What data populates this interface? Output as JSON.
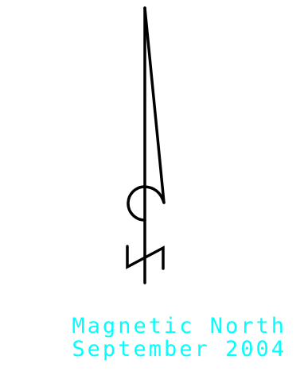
{
  "symbol": {
    "name": "north-arrow",
    "stroke_color": "#000000"
  },
  "caption": {
    "line1": "Magnetic North",
    "line2": "September 2004",
    "color": "#00ffff"
  }
}
